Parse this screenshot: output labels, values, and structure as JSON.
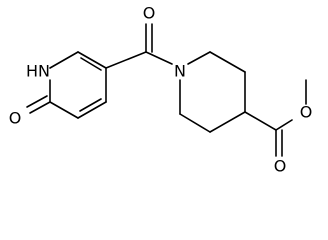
{
  "molecule": {
    "name": "",
    "atom_labels": {
      "carbonyl_oxygen": "O",
      "pyridone_oxygen": "O",
      "pyridone_nh": "HN",
      "piperidine_n": "N",
      "ester_carbonyl_o": "O",
      "ester_ether_o": "O"
    },
    "colors": {
      "bond": "#000000",
      "text": "#000000",
      "background": "#ffffff"
    }
  }
}
